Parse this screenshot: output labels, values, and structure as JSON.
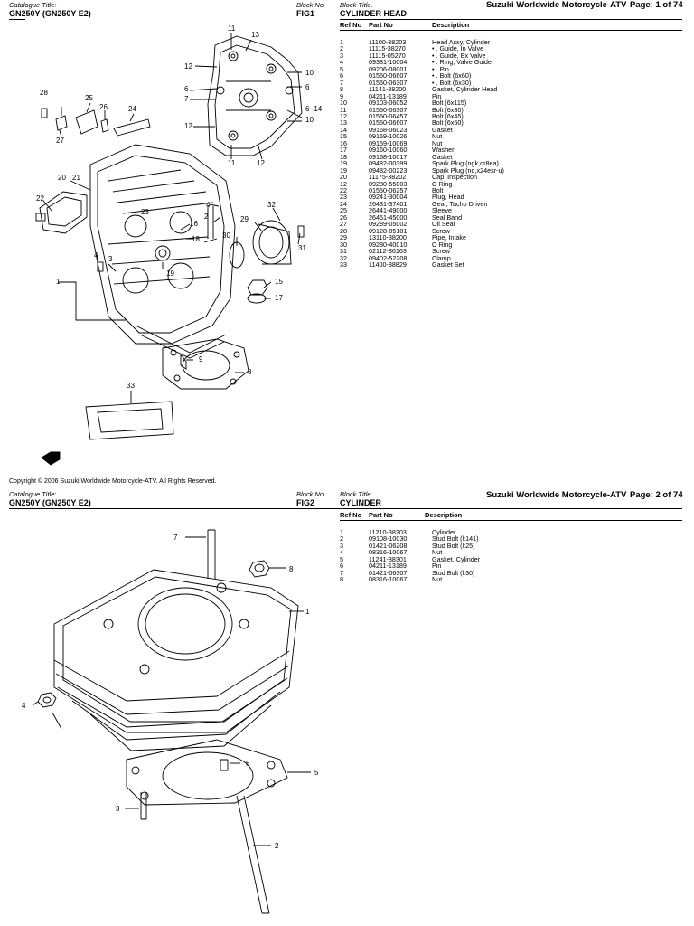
{
  "pages": [
    {
      "catalogue_label": "Catalogue Title:",
      "catalogue_value": "GN250Y (GN250Y E2)",
      "block_no_label": "Block No.",
      "block_no_value": "FIG1",
      "block_title_label": "Block Title.",
      "block_title_value": "CYLINDER HEAD",
      "brand": "Suzuki Worldwide Motorcycle-ATV",
      "page_number": "Page: 1 of 74",
      "headers": [
        "Ref No",
        "Part No",
        "Description"
      ],
      "rows": [
        [
          "1",
          "11100-38203",
          "Head Assy, Cylinder"
        ],
        [
          "2",
          "11115-38270",
          "• . Guide, In Valve"
        ],
        [
          "3",
          "11115-05270",
          "• . Guide, Ex Valve"
        ],
        [
          "4",
          "09381-10004",
          "• . Ring, Valve Guide"
        ],
        [
          "5",
          "09206-08001",
          "• . Pin"
        ],
        [
          "6",
          "01550-06607",
          "• . Bolt (6x60)"
        ],
        [
          "7",
          "01550-06307",
          "• . Bolt (6x30)"
        ],
        [
          "8",
          "11141-38200",
          "Gasket, Cylinder Head"
        ],
        [
          "9",
          "04211-13189",
          "Pin"
        ],
        [
          "10",
          "09103-06052",
          "Bolt (6x115)"
        ],
        [
          "11",
          "01550-06307",
          "Bolt (6x30)"
        ],
        [
          "12",
          "01550-06457",
          "Bolt (6x45)"
        ],
        [
          "13",
          "01550-06607",
          "Bolt (6x60)"
        ],
        [
          "14",
          "09168-06023",
          "Gasket"
        ],
        [
          "15",
          "09159-10026",
          "Nut"
        ],
        [
          "16",
          "09159-10069",
          "Nut"
        ],
        [
          "17",
          "09160-10060",
          "Washer"
        ],
        [
          "18",
          "09168-10017",
          "Gasket"
        ],
        [
          "19",
          "09482-00399",
          "Spark Plug (ngk,dr8ea)"
        ],
        [
          "19",
          "09482-00223",
          "Spark Plug (nd,x24esr-u)"
        ],
        [
          "20",
          "11175-38202",
          "Cap, Inspection"
        ],
        [
          "12",
          "09280-55003",
          "O Ring"
        ],
        [
          "22",
          "01550-06257",
          "Bolt"
        ],
        [
          "23",
          "09241-30004",
          "Plug, Head"
        ],
        [
          "24",
          "26431-37401",
          "Gear, Tacho Driven"
        ],
        [
          "25",
          "26441-49000",
          "Sleeve"
        ],
        [
          "26",
          "26451-45000",
          "Seal Band"
        ],
        [
          "27",
          "09289-05002",
          "Oil Seal"
        ],
        [
          "28",
          "09128-05101",
          "Screw"
        ],
        [
          "29",
          "13110-38200",
          "Pipe, Intake"
        ],
        [
          "30",
          "09280-40010",
          "O Ring"
        ],
        [
          "31",
          "02112-36163",
          "Screw"
        ],
        [
          "32",
          "09402-52208",
          "Clamp"
        ],
        [
          "33",
          "11400-38829",
          "Gasket Set"
        ]
      ],
      "copyright": "Copyright © 2006  Suzuki Worldwide Motorcycle-ATV.  All Rights Reserved.",
      "callouts": [
        "11",
        "13",
        "12",
        "10",
        "6",
        "6",
        "7",
        "12",
        "10",
        "6 -14",
        "11",
        "12",
        "28",
        "25",
        "26",
        "24",
        "27",
        "20",
        "21",
        "22",
        "4",
        "2",
        "16",
        "23",
        "18",
        "29",
        "32",
        "31",
        "30",
        "4",
        "3",
        "19",
        "1",
        "15",
        "17",
        "9",
        "8",
        "33"
      ]
    },
    {
      "catalogue_label": "Catalogue Title:",
      "catalogue_value": "GN250Y (GN250Y E2)",
      "block_no_label": "Block No.",
      "block_no_value": "FIG2",
      "block_title_label": "Block Title.",
      "block_title_value": "CYLINDER",
      "brand": "Suzuki Worldwide Motorcycle-ATV",
      "page_number": "Page: 2 of 74",
      "headers": [
        "Ref No",
        "Part No",
        "Description"
      ],
      "rows": [
        [
          "1",
          "11210-38203",
          "Cylinder"
        ],
        [
          "2",
          "09108-10030",
          "Stud Bolt (l:141)"
        ],
        [
          "3",
          "01421-06208",
          "Stud Bolt (l:25)"
        ],
        [
          "4",
          "08316-10067",
          "Nut"
        ],
        [
          "5",
          "11241-38301",
          "Gasket, Cylinder"
        ],
        [
          "6",
          "04211-13189",
          "Pin"
        ],
        [
          "7",
          "01421-06307",
          "Stud Bolt (l:30)"
        ],
        [
          "8",
          "08316-10067",
          "Nut"
        ]
      ],
      "callouts": [
        "7",
        "8",
        "1",
        "4",
        "6",
        "5",
        "3",
        "2"
      ]
    }
  ]
}
